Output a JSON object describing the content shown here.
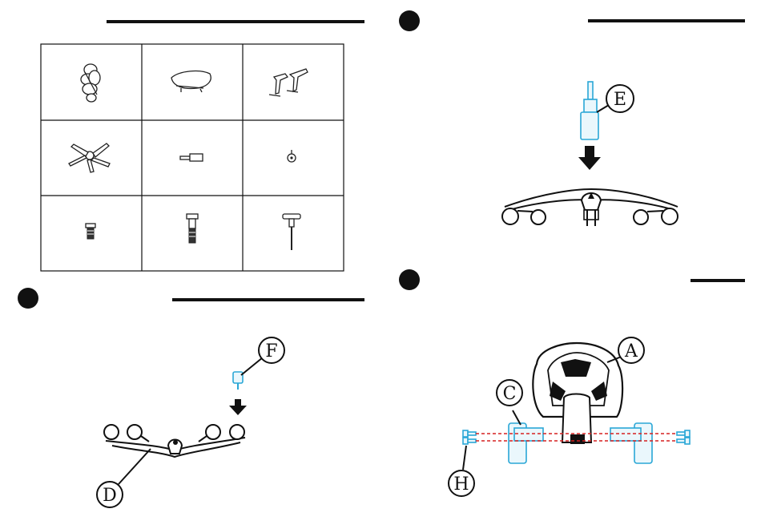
{
  "steps": [
    {
      "id": "parts-list",
      "has_step_dot": false
    },
    {
      "id": "step-1",
      "has_step_dot": true
    },
    {
      "id": "step-2",
      "has_step_dot": true
    },
    {
      "id": "step-3",
      "has_step_dot": true
    }
  ],
  "parts_grid": {
    "cells": [
      {
        "icon": "backrest-icon"
      },
      {
        "icon": "seat-icon"
      },
      {
        "icon": "armrests-icon"
      },
      {
        "icon": "star-base-icon"
      },
      {
        "icon": "gas-lift-icon"
      },
      {
        "icon": "caster-icon"
      },
      {
        "icon": "short-bolt-icon"
      },
      {
        "icon": "long-bolt-icon"
      },
      {
        "icon": "allen-key-icon"
      }
    ]
  },
  "callouts": {
    "E": "E",
    "F": "F",
    "D": "D",
    "A": "A",
    "C": "C",
    "H": "H"
  },
  "colors": {
    "line": "#111111",
    "highlight": "#2aa7d6",
    "dashed_guide": "#d62020"
  }
}
